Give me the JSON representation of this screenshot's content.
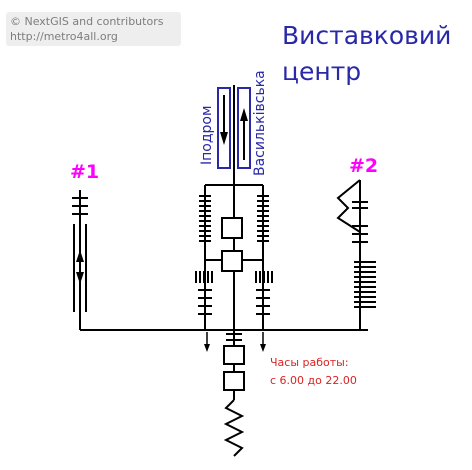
{
  "credit": {
    "line1": "© NextGIS and contributors",
    "line2": "http://metro4all.org"
  },
  "title": {
    "line1": "Виставковий",
    "line2": "центр"
  },
  "platform_labels": {
    "left": "Іподром",
    "right": "Васильківська"
  },
  "exits": {
    "exit1": "#1",
    "exit2": "#2"
  },
  "hours": {
    "line1": "Часы работы:",
    "line2": "с 6.00 до 22.00"
  },
  "colors": {
    "title": "#2828a8",
    "exit_label": "#ff00ff",
    "hours_text": "#dd2222",
    "platform": "#2828a8",
    "lines": "#000000"
  }
}
